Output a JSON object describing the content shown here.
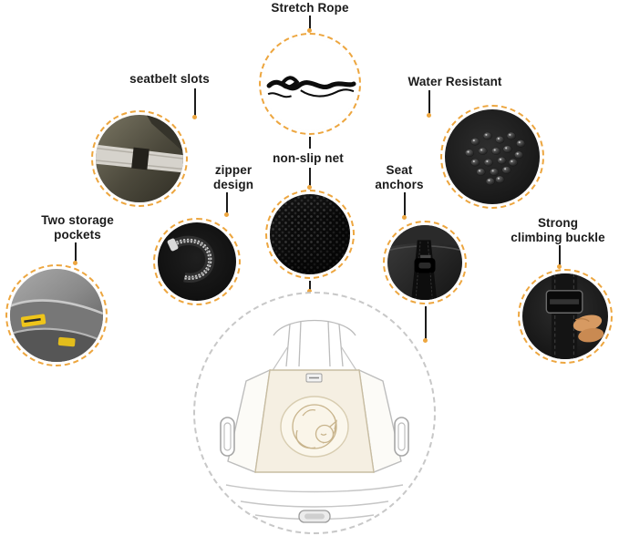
{
  "colors": {
    "accent": "#EDA63F",
    "connector_line": "#1C1C1C",
    "label_text": "#1B1B1B",
    "center_ring": "#C8C8C8",
    "pocket_tag_yellow": "#EFC51A"
  },
  "features": [
    {
      "key": "stretch-rope",
      "lines": [
        "Stretch Rope"
      ]
    },
    {
      "key": "seatbelt-slots",
      "lines": [
        "seatbelt slots"
      ]
    },
    {
      "key": "water-resistant",
      "lines": [
        "Water Resistant"
      ]
    },
    {
      "key": "zipper-design",
      "lines": [
        "zipper",
        "design"
      ]
    },
    {
      "key": "non-slip-net",
      "lines": [
        "non-slip net"
      ]
    },
    {
      "key": "seat-anchors",
      "lines": [
        "Seat",
        "anchors"
      ]
    },
    {
      "key": "storage-pockets",
      "lines": [
        "Two storage",
        "pockets"
      ]
    },
    {
      "key": "climbing-buckle",
      "lines": [
        "Strong",
        "climbing buckle"
      ]
    }
  ]
}
